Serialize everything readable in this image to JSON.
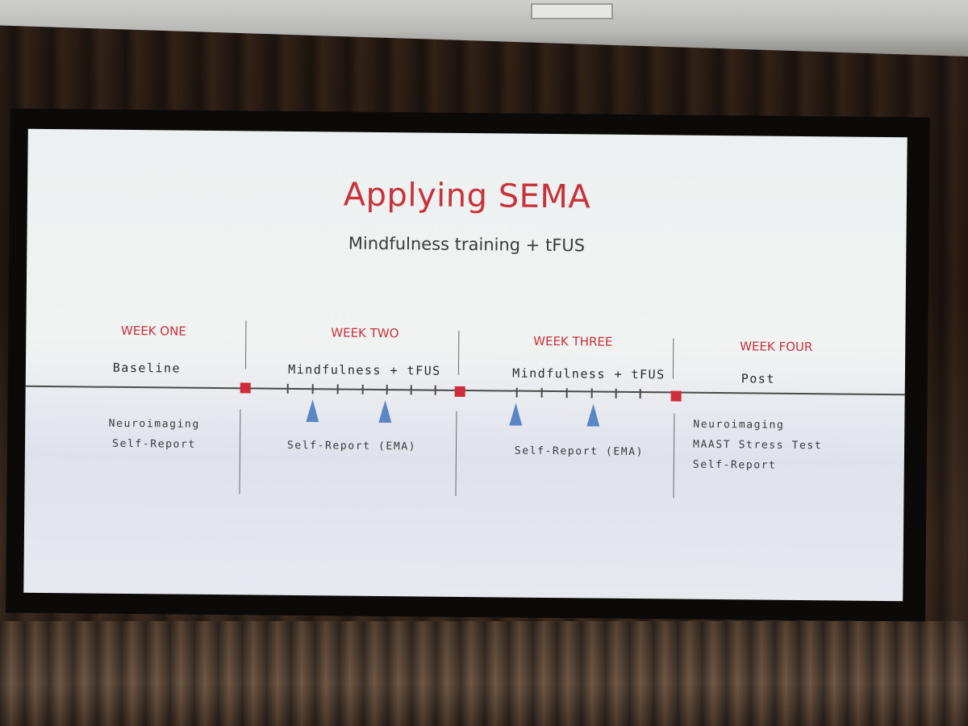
{
  "slide": {
    "title": "Applying SEMA",
    "subtitle": "Mindfulness training + tFUS",
    "accent_color": "#c8323a",
    "marker_color": "#cf2b3a",
    "triangle_color": "#5a87c4"
  },
  "weeks": [
    {
      "label": "WEEK ONE",
      "phase": "Baseline",
      "notes": [
        "Neuroimaging",
        "Self-Report"
      ]
    },
    {
      "label": "WEEK TWO",
      "phase": "Mindfulness + tFUS",
      "notes": [
        "Self-Report (EMA)"
      ]
    },
    {
      "label": "WEEK THREE",
      "phase": "Mindfulness + tFUS",
      "notes": [
        "Self-Report (EMA)"
      ]
    },
    {
      "label": "WEEK FOUR",
      "phase": "Post",
      "notes": [
        "Neuroimaging",
        "MAAST Stress Test",
        "Self-Report"
      ]
    }
  ]
}
